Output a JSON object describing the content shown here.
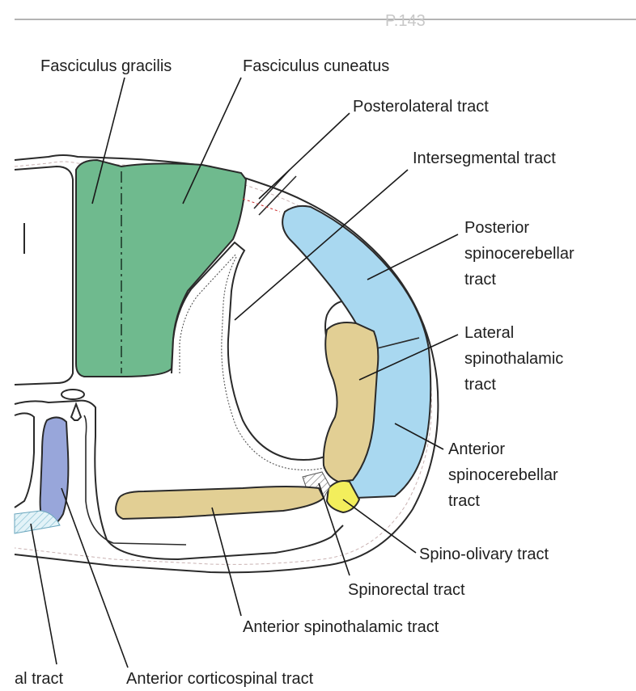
{
  "page_marker": "P.143",
  "colors": {
    "dorsal_columns": "#6fba8e",
    "spinocerebellar": "#a9d8f0",
    "spinothalamic": "#e2cf94",
    "spino_olivary": "#f3ee5c",
    "corticospinal": "#98a6da",
    "hatched": "#cfe7ef"
  },
  "labels": {
    "fasciculus_gracilis": "Fasciculus gracilis",
    "fasciculus_cuneatus": "Fasciculus cuneatus",
    "posterolateral_tract": "Posterolateral tract",
    "intersegmental_tract": "Intersegmental tract",
    "posterior_spinocerebellar": [
      "Posterior",
      "spinocerebellar",
      "tract"
    ],
    "lateral_spinothalamic": [
      "Lateral",
      "spinothalamic",
      "tract"
    ],
    "anterior_spinocerebellar": [
      "Anterior",
      "spinocerebellar",
      "tract"
    ],
    "spino_olivary_tract": "Spino-olivary tract",
    "spinorectal_tract": "Spinorectal tract",
    "anterior_spinothalamic_tract": "Anterior spinothalamic tract",
    "partial_tract": "al tract",
    "anterior_corticospinal_tract": "Anterior corticospinal tract"
  }
}
